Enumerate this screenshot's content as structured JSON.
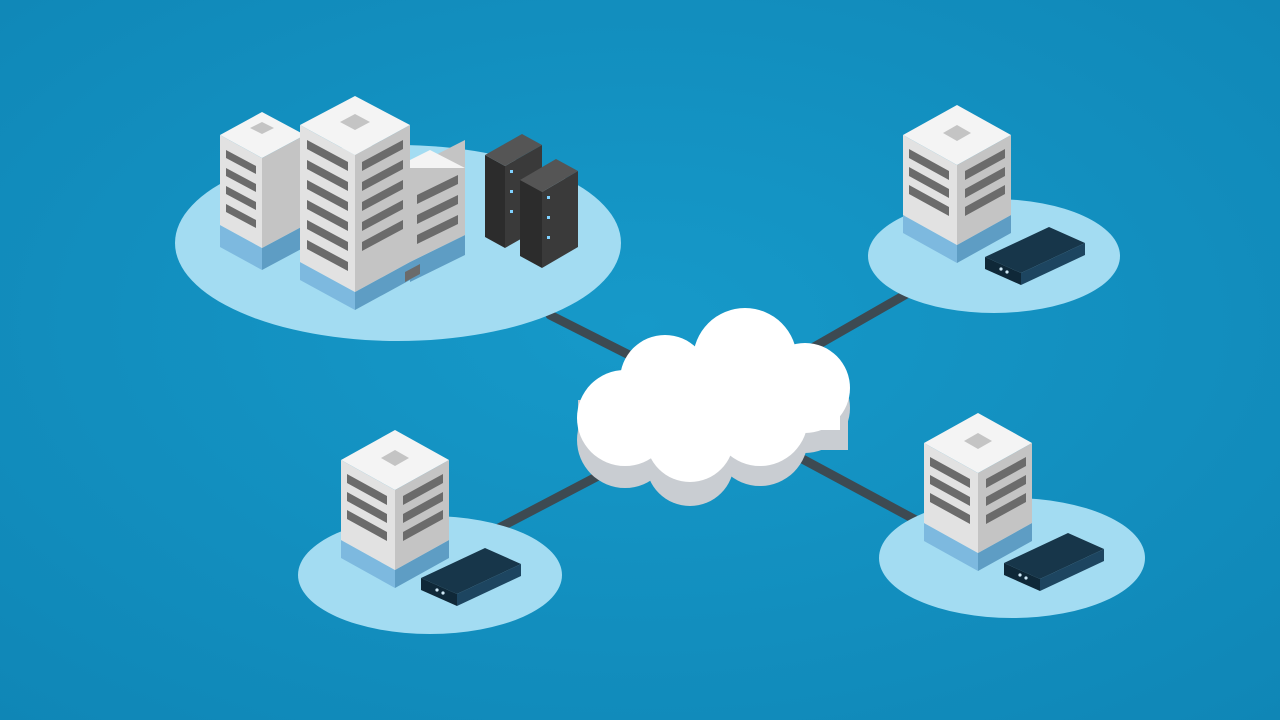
{
  "diagram": {
    "type": "network-topology",
    "center": {
      "icon": "cloud-icon",
      "role": "wan-cloud"
    },
    "nodes": [
      {
        "id": "hq",
        "icon": "headquarters-building-icon",
        "devices": [
          "server-rack-icon",
          "server-rack-icon"
        ]
      },
      {
        "id": "branch-top-right",
        "icon": "branch-building-icon",
        "devices": [
          "router-icon"
        ]
      },
      {
        "id": "branch-bottom-left",
        "icon": "branch-building-icon",
        "devices": [
          "router-icon"
        ]
      },
      {
        "id": "branch-bottom-right",
        "icon": "branch-building-icon",
        "devices": [
          "router-icon"
        ]
      }
    ],
    "links": [
      {
        "from": "hq",
        "to": "cloud"
      },
      {
        "from": "branch-top-right",
        "to": "cloud"
      },
      {
        "from": "branch-bottom-left",
        "to": "cloud"
      },
      {
        "from": "branch-bottom-right",
        "to": "cloud"
      }
    ]
  },
  "colors": {
    "background": "#1699c9",
    "background_edge": "#0f86b6",
    "platform": "#a3dcf2",
    "link": "#3d4a52",
    "building_top": "#f4f4f4",
    "building_left": "#e2e2e2",
    "building_right": "#c4c4c4",
    "window": "#6b6b6b",
    "base": "#7db9df",
    "router": "#17364a",
    "rack": "#3a3a3a",
    "cloud": "#ffffff",
    "cloud_shadow": "#c9cdd2"
  }
}
